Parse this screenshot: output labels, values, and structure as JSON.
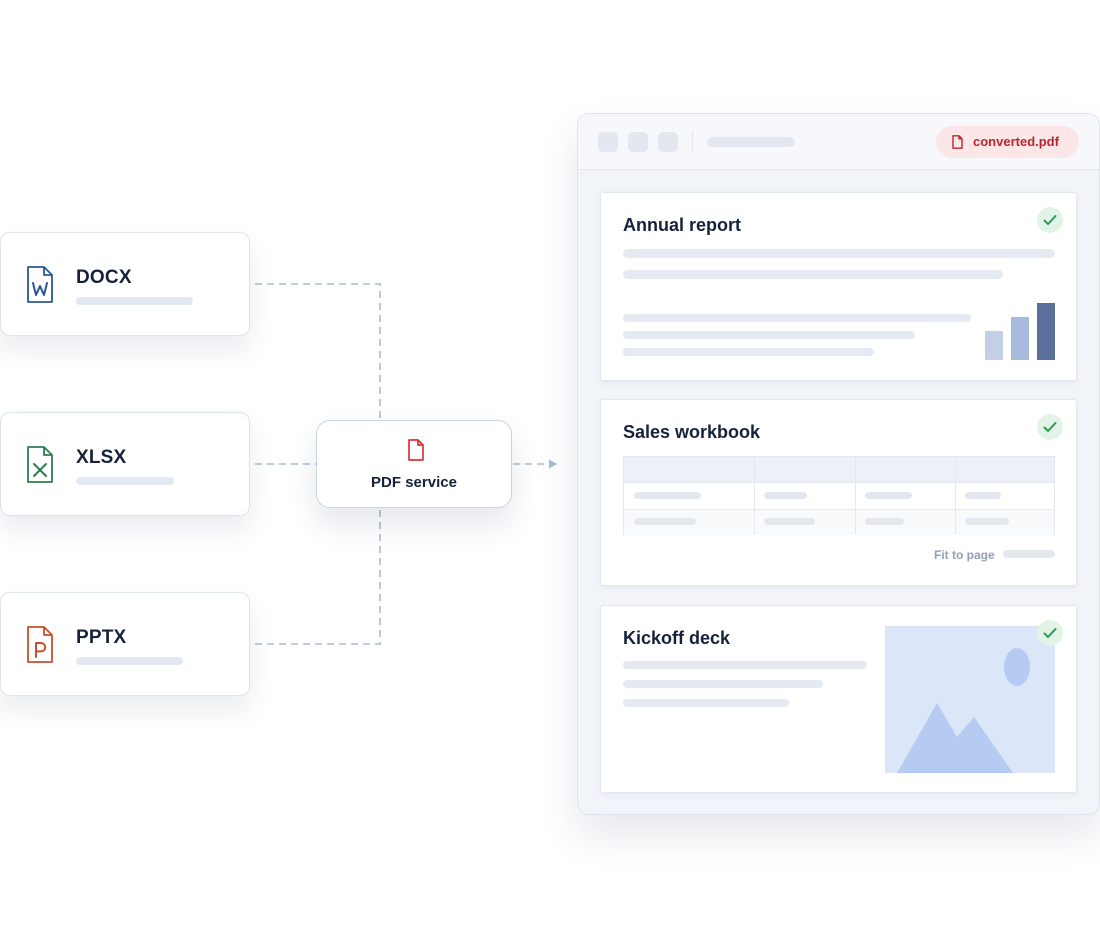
{
  "sources": [
    {
      "label": "DOCX",
      "icon": "word-document-icon",
      "color": "#2b5797"
    },
    {
      "label": "XLSX",
      "icon": "excel-document-icon",
      "color": "#2e7d4f"
    },
    {
      "label": "PPTX",
      "icon": "powerpoint-document-icon",
      "color": "#c8502a"
    }
  ],
  "service": {
    "label": "PDF service",
    "icon": "pdf-file-icon",
    "color": "#d6333e"
  },
  "window": {
    "file_name": "converted.pdf",
    "pages": [
      {
        "title": "Annual report",
        "status": "check-icon"
      },
      {
        "title": "Sales workbook",
        "status": "check-icon",
        "fit_label": "Fit to page"
      },
      {
        "title": "Kickoff deck",
        "status": "check-icon"
      }
    ]
  },
  "colors": {
    "connector": "#a9bbd3",
    "check": "#2f9a52",
    "chart_light": "#c2cfe6",
    "chart_mid": "#a8bbdc",
    "chart_dark": "#5b6f9b",
    "image_shape": "#b6cbf2"
  }
}
